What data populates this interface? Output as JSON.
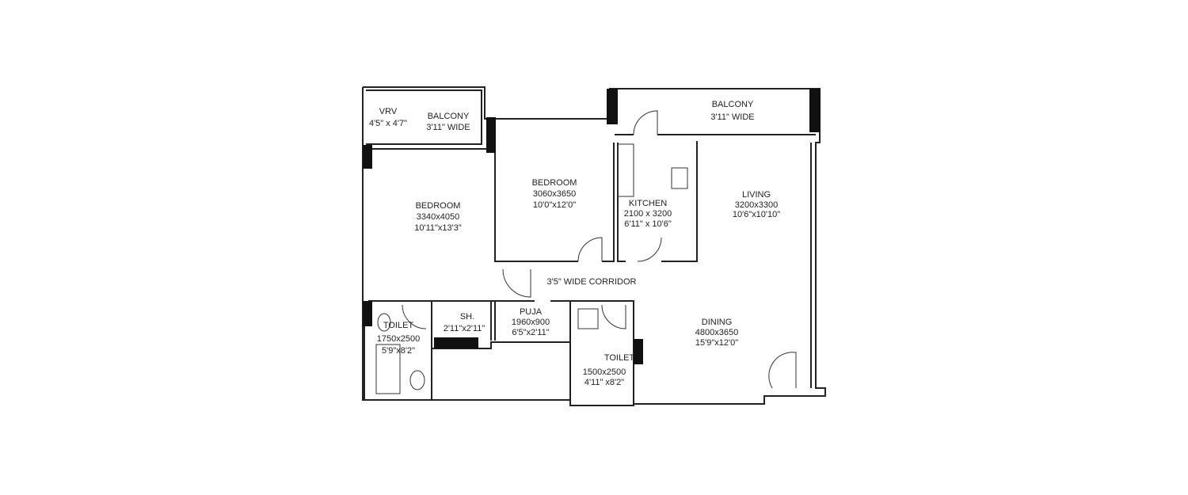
{
  "rooms": [
    {
      "id": "vrv",
      "name": "VRV",
      "metric": "",
      "imperial": "4'5\" x 4'7\""
    },
    {
      "id": "balcony-left",
      "name": "BALCONY",
      "metric": "",
      "imperial": "3'11\" WIDE"
    },
    {
      "id": "bedroom-1",
      "name": "BEDROOM",
      "metric": "3340x4050",
      "imperial": "10'11\"x13'3\""
    },
    {
      "id": "bedroom-2",
      "name": "BEDROOM",
      "metric": "3060x3650",
      "imperial": "10'0\"x12'0\""
    },
    {
      "id": "balcony-right",
      "name": "BALCONY",
      "metric": "",
      "imperial": "3'11\" WIDE"
    },
    {
      "id": "kitchen",
      "name": "KITCHEN",
      "metric": "2100 x 3200",
      "imperial": "6'11\" x 10'6\""
    },
    {
      "id": "living",
      "name": "LIVING",
      "metric": "3200x3300",
      "imperial": "10'6\"x10'10\""
    },
    {
      "id": "corridor",
      "name": "3'5\" WIDE CORRIDOR",
      "metric": "",
      "imperial": ""
    },
    {
      "id": "toilet-1",
      "name": "TOILET",
      "metric": "1750x2500",
      "imperial": "5'9\"x8'2\""
    },
    {
      "id": "shower",
      "name": "SH.",
      "metric": "",
      "imperial": "2'11\"x2'11\""
    },
    {
      "id": "puja",
      "name": "PUJA",
      "metric": "1960x900",
      "imperial": "6'5\"x2'11\""
    },
    {
      "id": "toilet-2",
      "name": "TOILET",
      "metric": "1500x2500",
      "imperial": "4'11\" x8'2\""
    },
    {
      "id": "dining",
      "name": "DINING",
      "metric": "4800x3650",
      "imperial": "15'9\"x12'0\""
    }
  ]
}
